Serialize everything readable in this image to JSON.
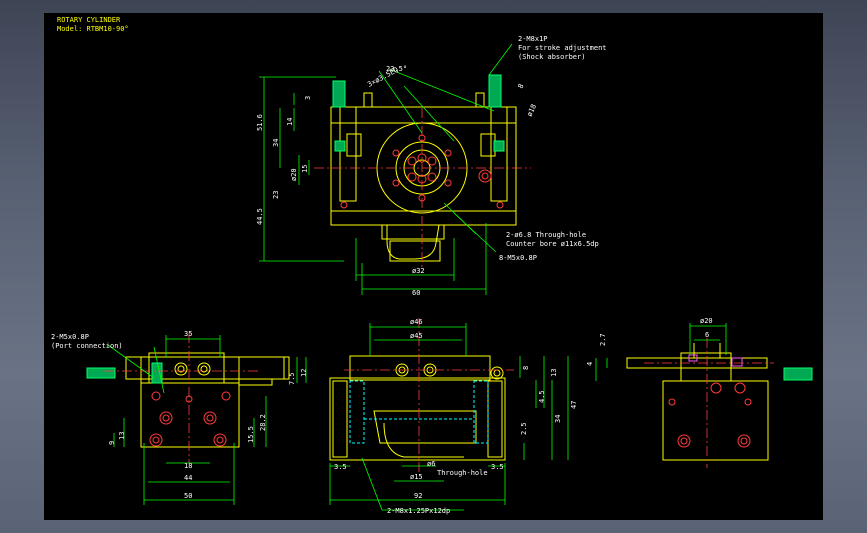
{
  "title_block": {
    "line1": "ROTARY CYLINDER",
    "line2": "Model: RTBM10-90°"
  },
  "colors": {
    "background": "#000000",
    "outline": "#ffff00",
    "dimension": "#00ff00",
    "dim_text": "#ffffff",
    "center": "#ff3b3b",
    "hidden": "#00ffff",
    "fitting": "#00ff66",
    "accent": "#ff55ff"
  },
  "top_view": {
    "callout_port": "2-M8x1P",
    "callout_port_note1": "For stroke adjustment",
    "callout_port_note2": "(Shock absorber)",
    "angle": "23.5°",
    "bolt_pattern": "3×ø3.5EQ",
    "dim_h1": "51.6",
    "dim_h2": "34",
    "dim_h3": "14",
    "dim_h4": "3",
    "dim_d20": "ø20",
    "dim_15": "15",
    "dim_23": "23",
    "dim_445": "44.5",
    "dim_8": "8",
    "dim_d8": "ø18",
    "dim_32": "ø32",
    "dim_60": "60",
    "callout_hole": "2-ø6.8 Through-hole",
    "callout_hole_note": "Counter bore ø11x6.5dp",
    "callout_m5": "8-M5x0.8P"
  },
  "front_view": {
    "callout_port": "2-M5x0.8P",
    "callout_port_note": "(Port connection)",
    "dim_35": "35",
    "dim_75": "7.5",
    "dim_12": "12",
    "dim_155": "15.5",
    "dim_282": "28.2",
    "dim_13": "13",
    "dim_9": "9",
    "dim_18": "18",
    "dim_44": "44",
    "dim_50": "50"
  },
  "side_view": {
    "dim_d46": "ø46",
    "dim_d45": "ø45",
    "dim_8": "8",
    "dim_13": "13",
    "dim_45": "4.5",
    "dim_34": "34",
    "dim_47": "47",
    "dim_25": "2.5",
    "dim_35": "3.5",
    "dim_d6": "ø6",
    "through": "Through-hole",
    "dim_d15": "ø15",
    "dim_35b": "3.5",
    "dim_92": "92",
    "callout_bottom": "2-M8x1.25Px12dp"
  },
  "end_view": {
    "dim_d20": "ø20",
    "dim_6": "6",
    "dim_27": "2.7",
    "dim_4": "4"
  }
}
